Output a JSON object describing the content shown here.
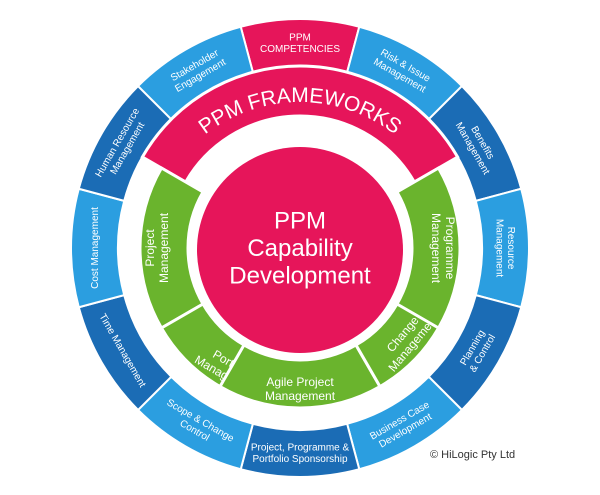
{
  "colors": {
    "pink": "#e6155a",
    "green": "#6ab42d",
    "blue_light": "#2b9ee0",
    "blue_dark": "#1b6cb5",
    "separator": "#ffffff"
  },
  "center": {
    "lines": [
      "PPM",
      "Capability",
      "Development"
    ]
  },
  "frameworks_label": "PPM FRAMEWORKS",
  "green_segments": [
    {
      "id": "project-management",
      "lines": [
        "Project",
        "Management"
      ]
    },
    {
      "id": "portfolio-management",
      "lines": [
        "Portfolio",
        "Management"
      ]
    },
    {
      "id": "agile-project-management",
      "lines": [
        "Agile Project",
        "Management"
      ]
    },
    {
      "id": "change-management",
      "lines": [
        "Change",
        "Management"
      ]
    },
    {
      "id": "programme-management",
      "lines": [
        "Programme",
        "Management"
      ]
    }
  ],
  "outer_segments": [
    {
      "id": "ppm-competencies",
      "lines": [
        "PPM",
        "COMPETENCIES"
      ],
      "color": "pink"
    },
    {
      "id": "risk-issue-management",
      "lines": [
        "Risk & Issue",
        "Management"
      ],
      "color": "blue_light"
    },
    {
      "id": "benefits-management",
      "lines": [
        "Benefits",
        "Management"
      ],
      "color": "blue_dark"
    },
    {
      "id": "resource-management",
      "lines": [
        "Resource",
        "Management"
      ],
      "color": "blue_light"
    },
    {
      "id": "planning-control",
      "lines": [
        "Planning",
        "& Control"
      ],
      "color": "blue_dark"
    },
    {
      "id": "business-case-development",
      "lines": [
        "Business Case",
        "Development"
      ],
      "color": "blue_light"
    },
    {
      "id": "sponsorship",
      "lines": [
        "Project, Programme &",
        "Portfolio Sponsorship"
      ],
      "color": "blue_dark"
    },
    {
      "id": "scope-change-control",
      "lines": [
        "Scope & Change",
        "Control"
      ],
      "color": "blue_light"
    },
    {
      "id": "time-management",
      "lines": [
        "Time Management"
      ],
      "color": "blue_dark"
    },
    {
      "id": "cost-management",
      "lines": [
        "Cost Management"
      ],
      "color": "blue_light"
    },
    {
      "id": "human-resource-management",
      "lines": [
        "Human Resource",
        "Management"
      ],
      "color": "blue_dark"
    },
    {
      "id": "stakeholder-engagement",
      "lines": [
        "Stakeholder",
        "Engagement"
      ],
      "color": "blue_light"
    }
  ],
  "copyright": "© HiLogic Pty Ltd"
}
